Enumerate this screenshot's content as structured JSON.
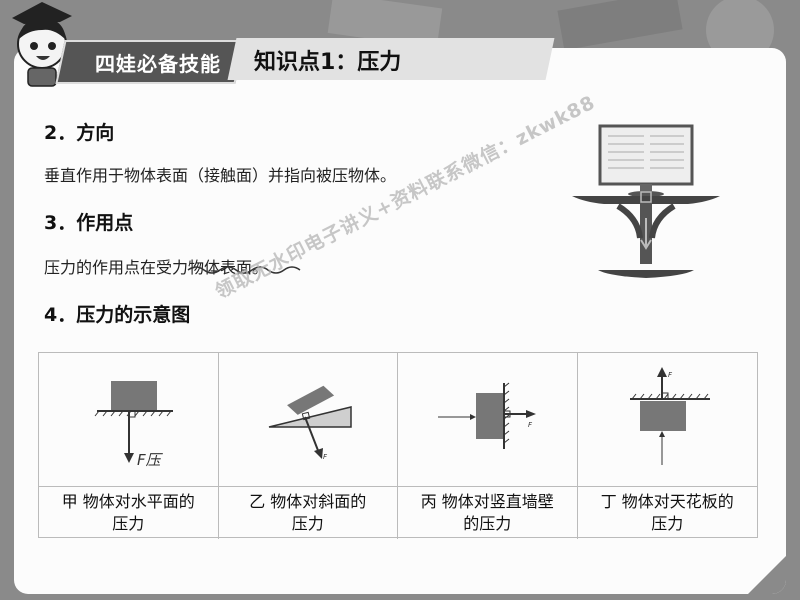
{
  "header": {
    "badge": "四娃必备技能",
    "title": "知识点1：压力"
  },
  "sections": [
    {
      "heading": "2．方向",
      "text": "垂直作用于物体表面（接触面）并指向被压物体。"
    },
    {
      "heading": "3．作用点",
      "text": "压力的作用点在受力物体表面。"
    },
    {
      "heading": "4．压力的示意图"
    }
  ],
  "diagrams": [
    {
      "caption_line1": "甲 物体对水平面的",
      "caption_line2": "压力",
      "force_label": "F压"
    },
    {
      "caption_line1": "乙 物体对斜面的",
      "caption_line2": "压力",
      "force_label": "F"
    },
    {
      "caption_line1": "丙 物体对竖直墙壁",
      "caption_line2": "的压力",
      "force_label": "F"
    },
    {
      "caption_line1": "丁 物体对天花板的",
      "caption_line2": "压力",
      "force_label": "F"
    }
  ],
  "watermark": "领取无水印电子讲义+资料联系微信：zkwk88",
  "colors": {
    "badge": "#555555",
    "title_bar": "#e2e2e2",
    "card": "#fcfcfc",
    "box": "#777777"
  },
  "icons": {
    "mascot": "mascot-girl-icon",
    "illustration": "monitor-on-table-icon"
  }
}
